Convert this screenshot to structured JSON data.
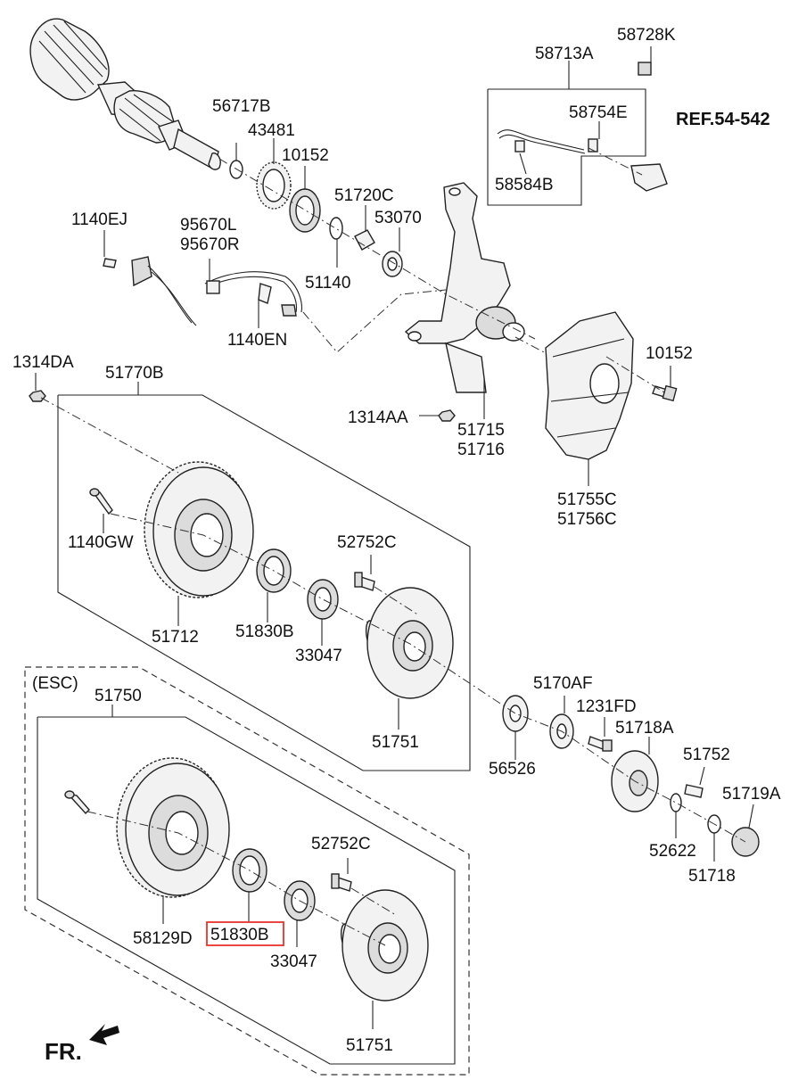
{
  "labels": {
    "p58728K": "58728K",
    "p58713A": "58713A",
    "p58754E": "58754E",
    "ref": "REF.54-542",
    "p58584B": "58584B",
    "p56717B": "56717B",
    "p43481": "43481",
    "p10152a": "10152",
    "p51720C": "51720C",
    "p53070": "53070",
    "p1140EJ": "1140EJ",
    "p95670L": "95670L",
    "p95670R": "95670R",
    "p51140": "51140",
    "p1140EN": "1140EN",
    "p1314DA": "1314DA",
    "p51770B": "51770B",
    "p10152b": "10152",
    "p1314AA": "1314AA",
    "p51715": "51715",
    "p51716": "51716",
    "p51755C": "51755C",
    "p51756C": "51756C",
    "p1140GW": "1140GW",
    "p52752Ca": "52752C",
    "p51712": "51712",
    "p51830Ba": "51830B",
    "p33047a": "33047",
    "esc": "(ESC)",
    "p51750": "51750",
    "p5170AF": "5170AF",
    "p1231FD": "1231FD",
    "p51751a": "51751",
    "p51718A": "51718A",
    "p51752": "51752",
    "p56526": "56526",
    "p51719A": "51719A",
    "p52622": "52622",
    "p51718": "51718",
    "p52752Cb": "52752C",
    "p58129D": "58129D",
    "p51830Bb": "51830B",
    "p33047b": "33047",
    "p51751b": "51751",
    "fr": "FR."
  },
  "highlight": {
    "part": "51830B",
    "color": "#e8322d"
  }
}
